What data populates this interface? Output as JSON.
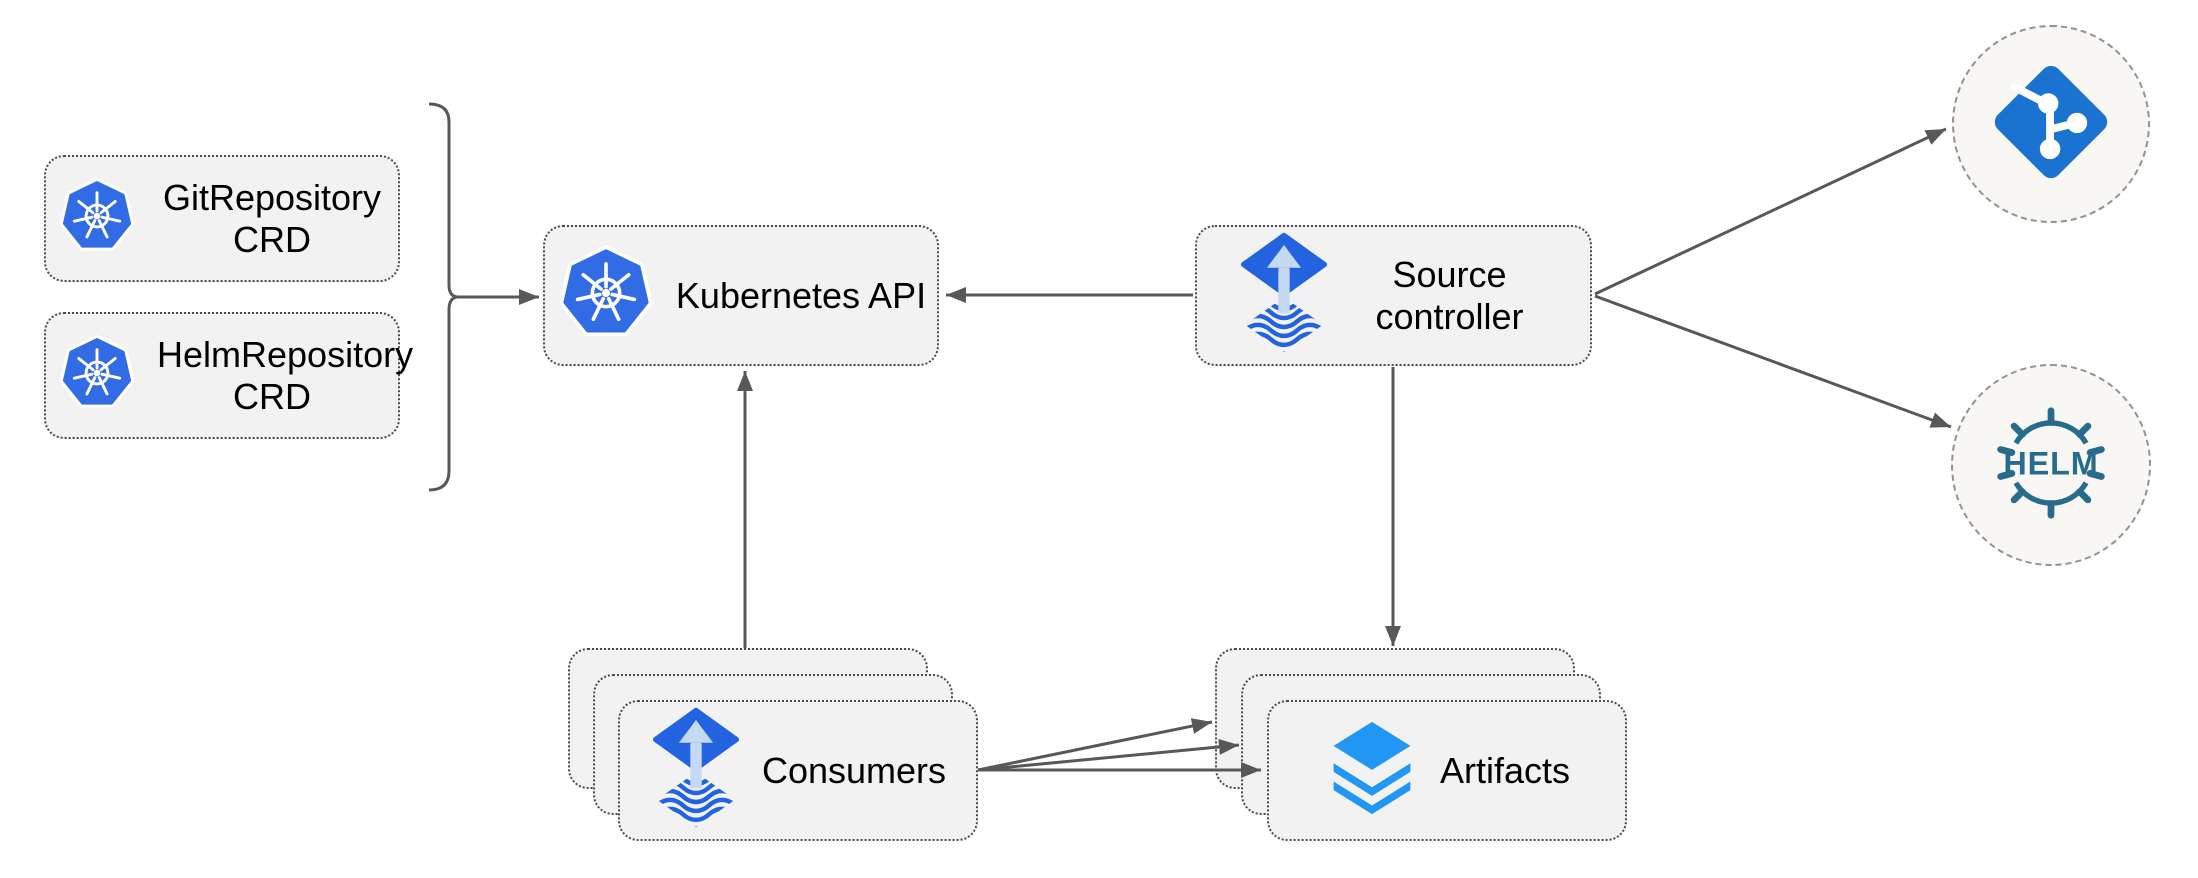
{
  "nodes": {
    "git_repository_crd": {
      "label": "GitRepository CRD",
      "icon": "kubernetes-icon"
    },
    "helm_repository_crd": {
      "label": "HelmRepository CRD",
      "icon": "kubernetes-icon"
    },
    "kubernetes_api": {
      "label": "Kubernetes API",
      "icon": "kubernetes-icon"
    },
    "source_controller": {
      "label": "Source controller",
      "icon": "flux-icon"
    },
    "consumers": {
      "label": "Consumers",
      "icon": "flux-icon",
      "stacked": 3
    },
    "artifacts": {
      "label": "Artifacts",
      "icon": "layers-icon",
      "stacked": 3
    },
    "git_endpoint": {
      "label": "",
      "icon": "git-icon"
    },
    "helm_endpoint": {
      "label": "HELM",
      "icon": "helm-icon"
    }
  },
  "edges": [
    {
      "from": "git_repository_crd + helm_repository_crd (bracket)",
      "to": "kubernetes_api"
    },
    {
      "from": "source_controller",
      "to": "kubernetes_api"
    },
    {
      "from": "consumers",
      "to": "kubernetes_api"
    },
    {
      "from": "source_controller",
      "to": "artifacts"
    },
    {
      "from": "source_controller",
      "to": "git_endpoint"
    },
    {
      "from": "source_controller",
      "to": "helm_endpoint"
    },
    {
      "from": "consumers",
      "to": "artifacts",
      "count": 3
    }
  ],
  "colors": {
    "kubernetes_blue": "#326ce5",
    "flux_blue": "#2363e0",
    "flux_arrow_light": "#c6d9f3",
    "git_blue": "#1a73d1",
    "helm_teal": "#276c8c",
    "layers_blue": "#2196f3",
    "node_fill": "#f2f2f2",
    "circle_fill": "#f8f7f3",
    "connector_gray": "#585858",
    "text": "#000000"
  }
}
